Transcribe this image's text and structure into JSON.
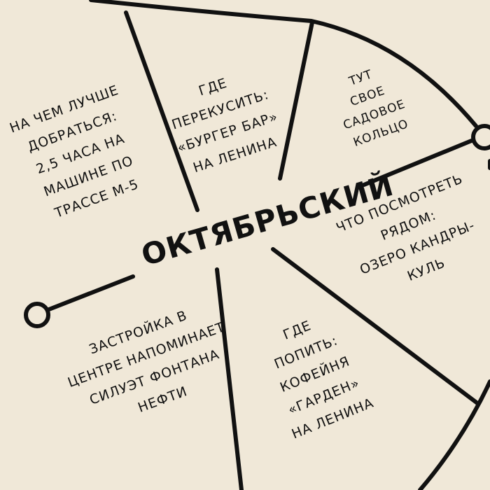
{
  "center_label": "ОКТЯБРЬСКИЙ",
  "notes": {
    "travel": "НА ЧЕМ ЛУЧШЕ\nДОБРАТЬСЯ:\n2,5 ЧАСА НА\nМАШИНЕ ПО\nТРАССЕ М-5",
    "food": "ГДЕ\nПЕРЕКУСИТЬ:\n«БУРГЕР БАР»\nНА ЛЕНИНА",
    "ring": "ТУТ\nСВОЕ\nСАДОВОЕ\nКОЛЬЦО",
    "sights": "ЧТО ПОСМОТРЕТЬ\nРЯДОМ:\nОЗЕРО КАНДРЫ-\nКУЛЬ",
    "coffee": "ГДЕ\nПОПИТЬ:\nКОФЕЙНЯ\n«ГАРДЕН»\nНА ЛЕНИНА",
    "architecture": "ЗАСТРОЙКА В\nЦЕНТРЕ НАПОМИНАЕТ\nСИЛУЭТ ФОНТАНА\nНЕФТИ"
  },
  "colors": {
    "background": "#f0e8d8",
    "ink": "#111111"
  }
}
